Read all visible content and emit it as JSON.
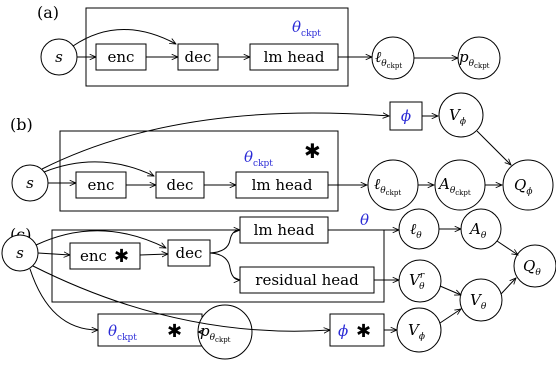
{
  "panels": {
    "a": {
      "label": "(a)",
      "params": "θ_ckpt",
      "input": "s",
      "blocks": [
        "enc",
        "dec",
        "lm head"
      ],
      "outputs": [
        "ℓ_θckpt",
        "p_θckpt"
      ]
    },
    "b": {
      "label": "(b)",
      "params": "θ_ckpt",
      "frozen_marker": "✱",
      "input": "s",
      "blocks": [
        "enc",
        "dec",
        "lm head"
      ],
      "value_params": "ϕ",
      "outputs": [
        "V_ϕ",
        "ℓ_θckpt",
        "A_θckpt",
        "Q_ϕ"
      ]
    },
    "c": {
      "label": "(c)",
      "params": "θ",
      "frozen_marker": "✱",
      "input": "s",
      "blocks": [
        "enc",
        "dec",
        "lm head",
        "residual head"
      ],
      "outputs": [
        "ℓ_θ",
        "A_θ",
        "V^r_θ",
        "Q_θ",
        "V_θ",
        "V_ϕ"
      ],
      "frozen_blocks": [
        "θ_ckpt",
        "ϕ"
      ],
      "frozen_outputs": [
        "p_θckpt"
      ]
    }
  },
  "colors": {
    "accent": "#2b2bd6",
    "stroke": "#000000"
  }
}
